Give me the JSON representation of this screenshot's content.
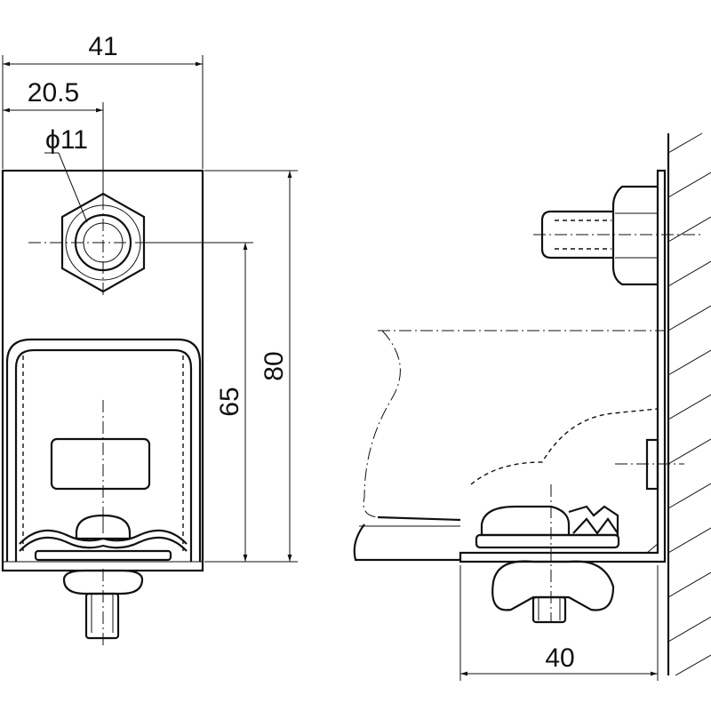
{
  "dimensions": {
    "front_width": "41",
    "front_half_width": "20.5",
    "hole_diameter": "ϕ11",
    "front_hole_to_bottom": "65",
    "front_height": "80",
    "side_depth": "40"
  }
}
